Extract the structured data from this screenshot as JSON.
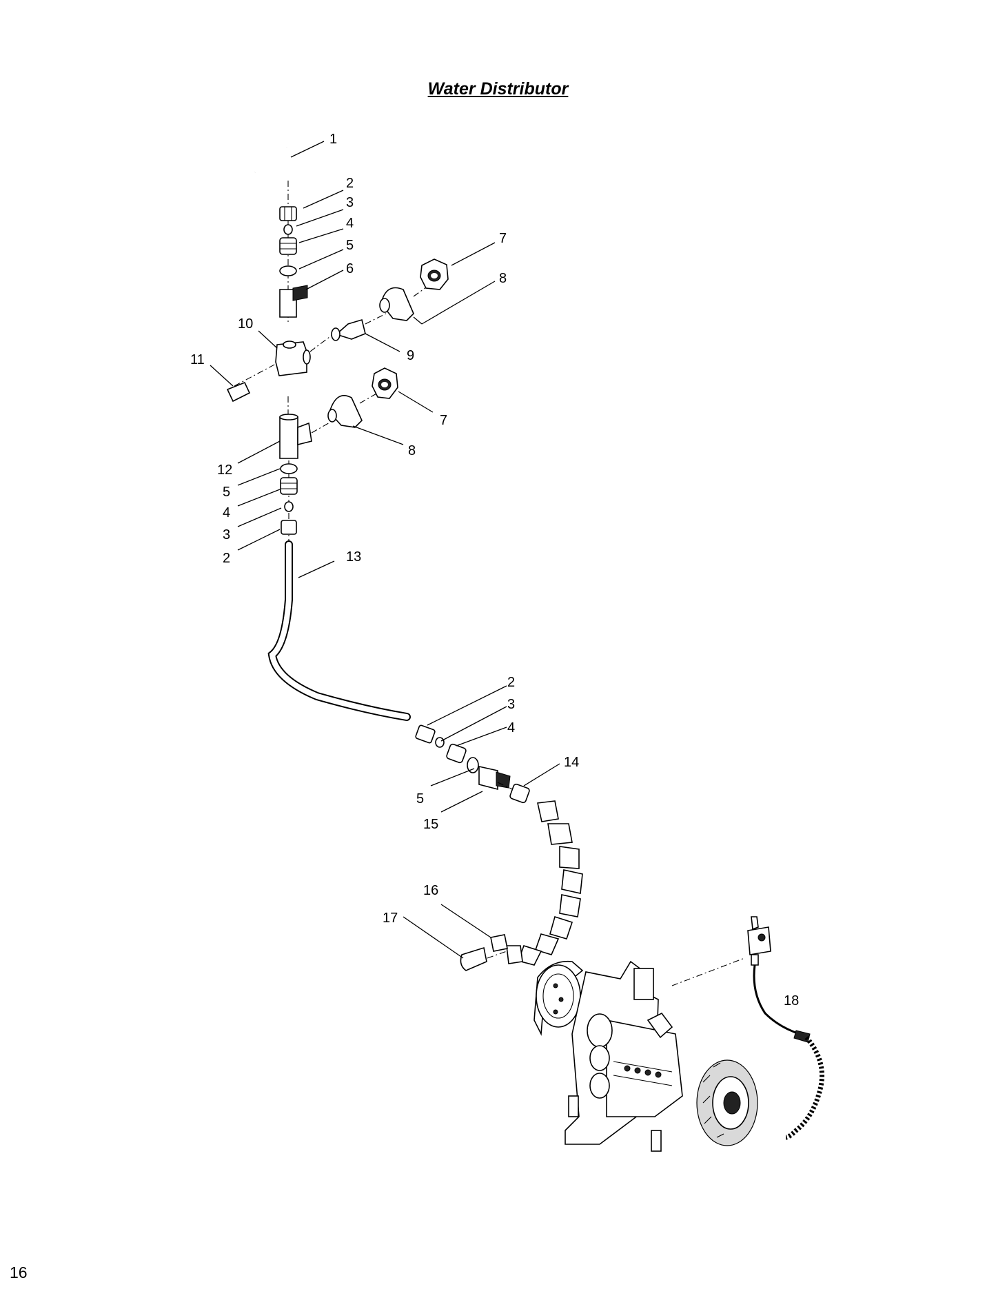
{
  "title": "Water Distributor",
  "page_number": "16",
  "callouts": [
    "1",
    "2",
    "3",
    "4",
    "5",
    "6",
    "7",
    "8",
    "9",
    "10",
    "11",
    "7",
    "8",
    "12",
    "5",
    "4",
    "3",
    "2",
    "13",
    "2",
    "3",
    "4",
    "14",
    "5",
    "15",
    "16",
    "17",
    "18"
  ],
  "icons": {
    "assembly": "exploded-parts-diagram"
  }
}
